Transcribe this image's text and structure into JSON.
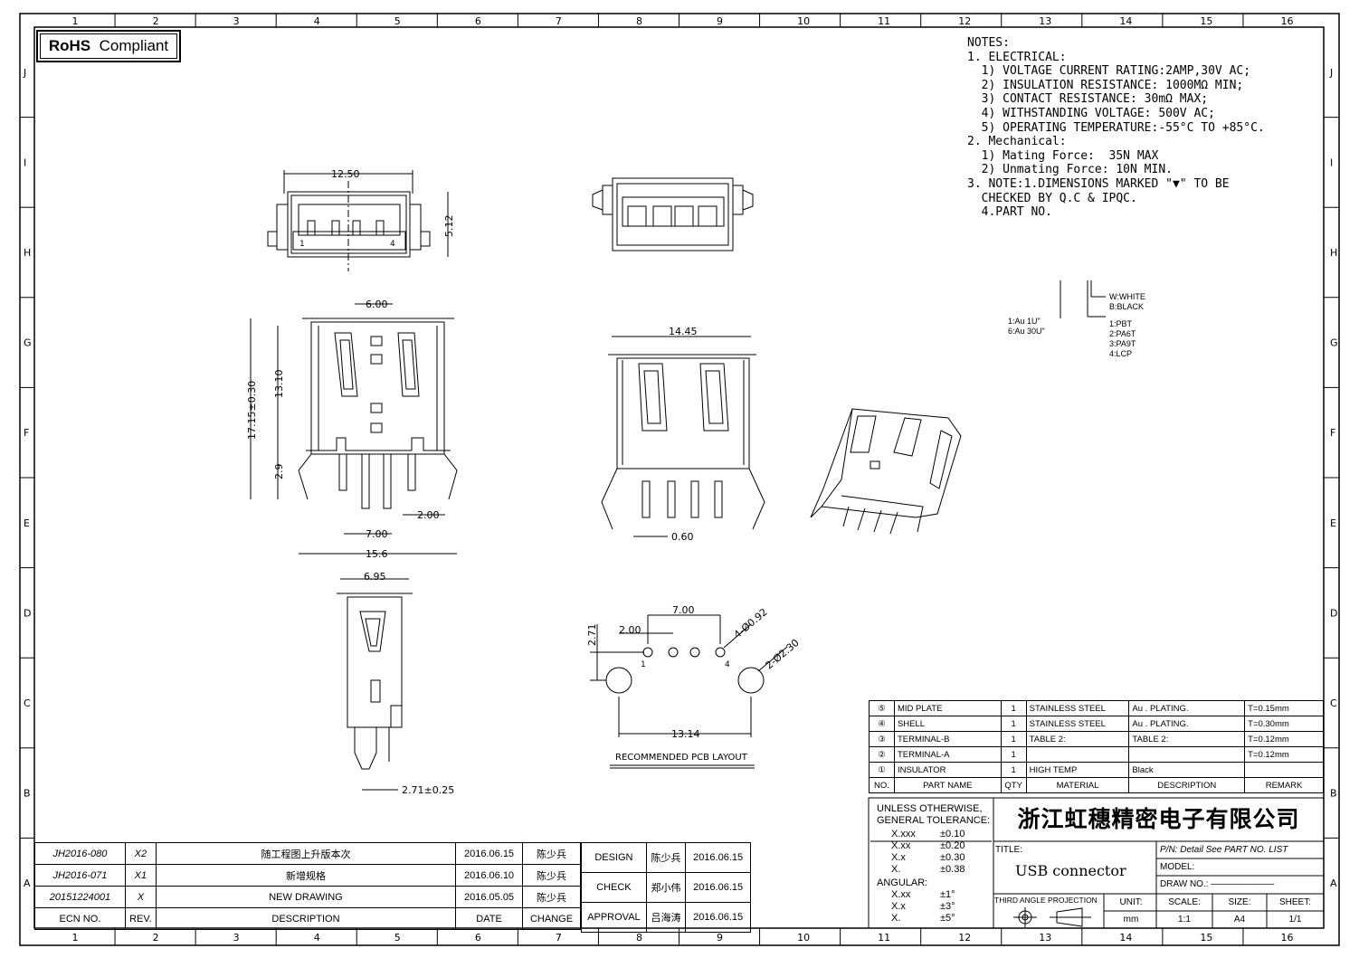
{
  "frame": {
    "columns": [
      "1",
      "2",
      "3",
      "4",
      "5",
      "6",
      "7",
      "8",
      "9",
      "10",
      "11",
      "12",
      "13",
      "14",
      "15",
      "16"
    ],
    "rows": [
      "J",
      "I",
      "H",
      "G",
      "F",
      "E",
      "D",
      "C",
      "B",
      "A"
    ]
  },
  "rohs": {
    "bold": "RoHS",
    "text": "Compliant"
  },
  "notes": [
    "NOTES:",
    "1. ELECTRICAL:",
    "  1) VOLTAGE CURRENT RATING:2AMP,30V AC;",
    "  2) INSULATION RESISTANCE: 1000MΩ MIN;",
    "  3) CONTACT RESISTANCE: 30mΩ MAX;",
    "  4) WITHSTANDING VOLTAGE: 500V AC;",
    "  5) OPERATING TEMPERATURE:-55°C TO +85°C.",
    "2. Mechanical:",
    "  1) Mating Force:  35N MAX",
    "  2) Unmating Force: 10N MIN.",
    "3. NOTE:1.DIMENSIONS MARKED \"▼\" TO BE",
    "  CHECKED BY Q.C & IPQC.",
    "  4.PART NO."
  ],
  "part_code": {
    "plating": [
      "1:Au 1U\"",
      "6:Au 30U\""
    ],
    "color": [
      "W:WHITE",
      "B:BLACK"
    ],
    "material": [
      "1:PBT",
      "2:PA6T",
      "3:PA9T",
      "4:LCP"
    ]
  },
  "dims": {
    "top_width": "12.50",
    "top_height": "5.12",
    "pin1": "1",
    "pin4": "4",
    "side_6": "6.00",
    "side_17": "17.15±0.30",
    "side_13": "13.10",
    "side_29": "2.9",
    "pitch7": "7.00",
    "pitch2": "2.00",
    "total156": "15.6",
    "front_w": "14.45",
    "pin_w": "0.60",
    "side2_w": "6.95",
    "side2_b": "2.71±0.25",
    "pcb_7": "7.00",
    "pcb_2": "2.00",
    "pcb_271": "2.71",
    "pcb_hole1": "4-Ø0.92",
    "pcb_hole2": "2-Ø2.30",
    "pcb_1314": "13.14",
    "pcb_p1": "1",
    "pcb_p4": "4",
    "pcb_title": "RECOMMENDED PCB LAYOUT"
  },
  "bom": {
    "rows": [
      {
        "no": "⑤",
        "name": "MID PLATE",
        "qty": "1",
        "material": "STAINLESS STEEL",
        "desc": "Au . PLATING.",
        "remark": "T=0.15mm"
      },
      {
        "no": "④",
        "name": "SHELL",
        "qty": "1",
        "material": "STAINLESS STEEL",
        "desc": "Au . PLATING.",
        "remark": "T=0.30mm"
      },
      {
        "no": "③",
        "name": "TERMINAL-B",
        "qty": "1",
        "material": "TABLE 2:",
        "desc": "TABLE 2:",
        "remark": "T=0.12mm"
      },
      {
        "no": "②",
        "name": "TERMINAL-A",
        "qty": "1",
        "material": "",
        "desc": "",
        "remark": "T=0.12mm"
      },
      {
        "no": "①",
        "name": "INSULATOR",
        "qty": "1",
        "material": "HIGH TEMP",
        "desc": "Black",
        "remark": ""
      }
    ],
    "header": {
      "no": "NO.",
      "name": "PART NAME",
      "qty": "QTY",
      "material": "MATERIAL",
      "desc": "DESCRIPTION",
      "remark": "REMARK"
    }
  },
  "tolerance": {
    "title1": "UNLESS OTHERWISE,",
    "title2": "GENERAL TOLERANCE:",
    "lines": [
      [
        "X.xxx",
        "±0.10"
      ],
      [
        "X.xx",
        "±0.20"
      ],
      [
        "X.x",
        "±0.30"
      ],
      [
        "X.",
        "±0.38"
      ]
    ],
    "angular": "ANGULAR:",
    "angles": [
      [
        "X.xx",
        "±1°"
      ],
      [
        "X.x",
        "±3°"
      ],
      [
        "X.",
        "±5°"
      ]
    ]
  },
  "company": "浙江虹穗精密电子有限公司",
  "title_block": {
    "title_label": "TITLE:",
    "title": "USB connector",
    "pn": "P/N: Detail  See  PART  NO.  LIST",
    "model": "MODEL:",
    "drawno": "DRAW  NO.: ———————",
    "projection": "THIRD  ANGLE  PROJECTION",
    "unit_label": "UNIT:",
    "unit": "mm",
    "scale_label": "SCALE:",
    "scale": "1:1",
    "size_label": "SIZE:",
    "size": "A4",
    "sheet_label": "SHEET:",
    "sheet": "1/1"
  },
  "revisions": [
    {
      "ecn": "JH2016-080",
      "rev": "X2",
      "desc": "随工程图上升版本次",
      "date": "2016.06.15",
      "change": "陈少兵"
    },
    {
      "ecn": "JH2016-071",
      "rev": "X1",
      "desc": "新增规格",
      "date": "2016.06.10",
      "change": "陈少兵"
    },
    {
      "ecn": "20151224001",
      "rev": "X",
      "desc": "NEW  DRAWING",
      "date": "2016.05.05",
      "change": "陈少兵"
    }
  ],
  "rev_header": {
    "ecn": "ECN  NO.",
    "rev": "REV.",
    "desc": "DESCRIPTION",
    "date": "DATE",
    "change": "CHANGE"
  },
  "approvals": [
    {
      "role": "DESIGN",
      "name": "陈少兵",
      "date": "2016.06.15"
    },
    {
      "role": "CHECK",
      "name": "郑小伟",
      "date": "2016.06.15"
    },
    {
      "role": "APPROVAL",
      "name": "吕海涛",
      "date": "2016.06.15"
    }
  ]
}
